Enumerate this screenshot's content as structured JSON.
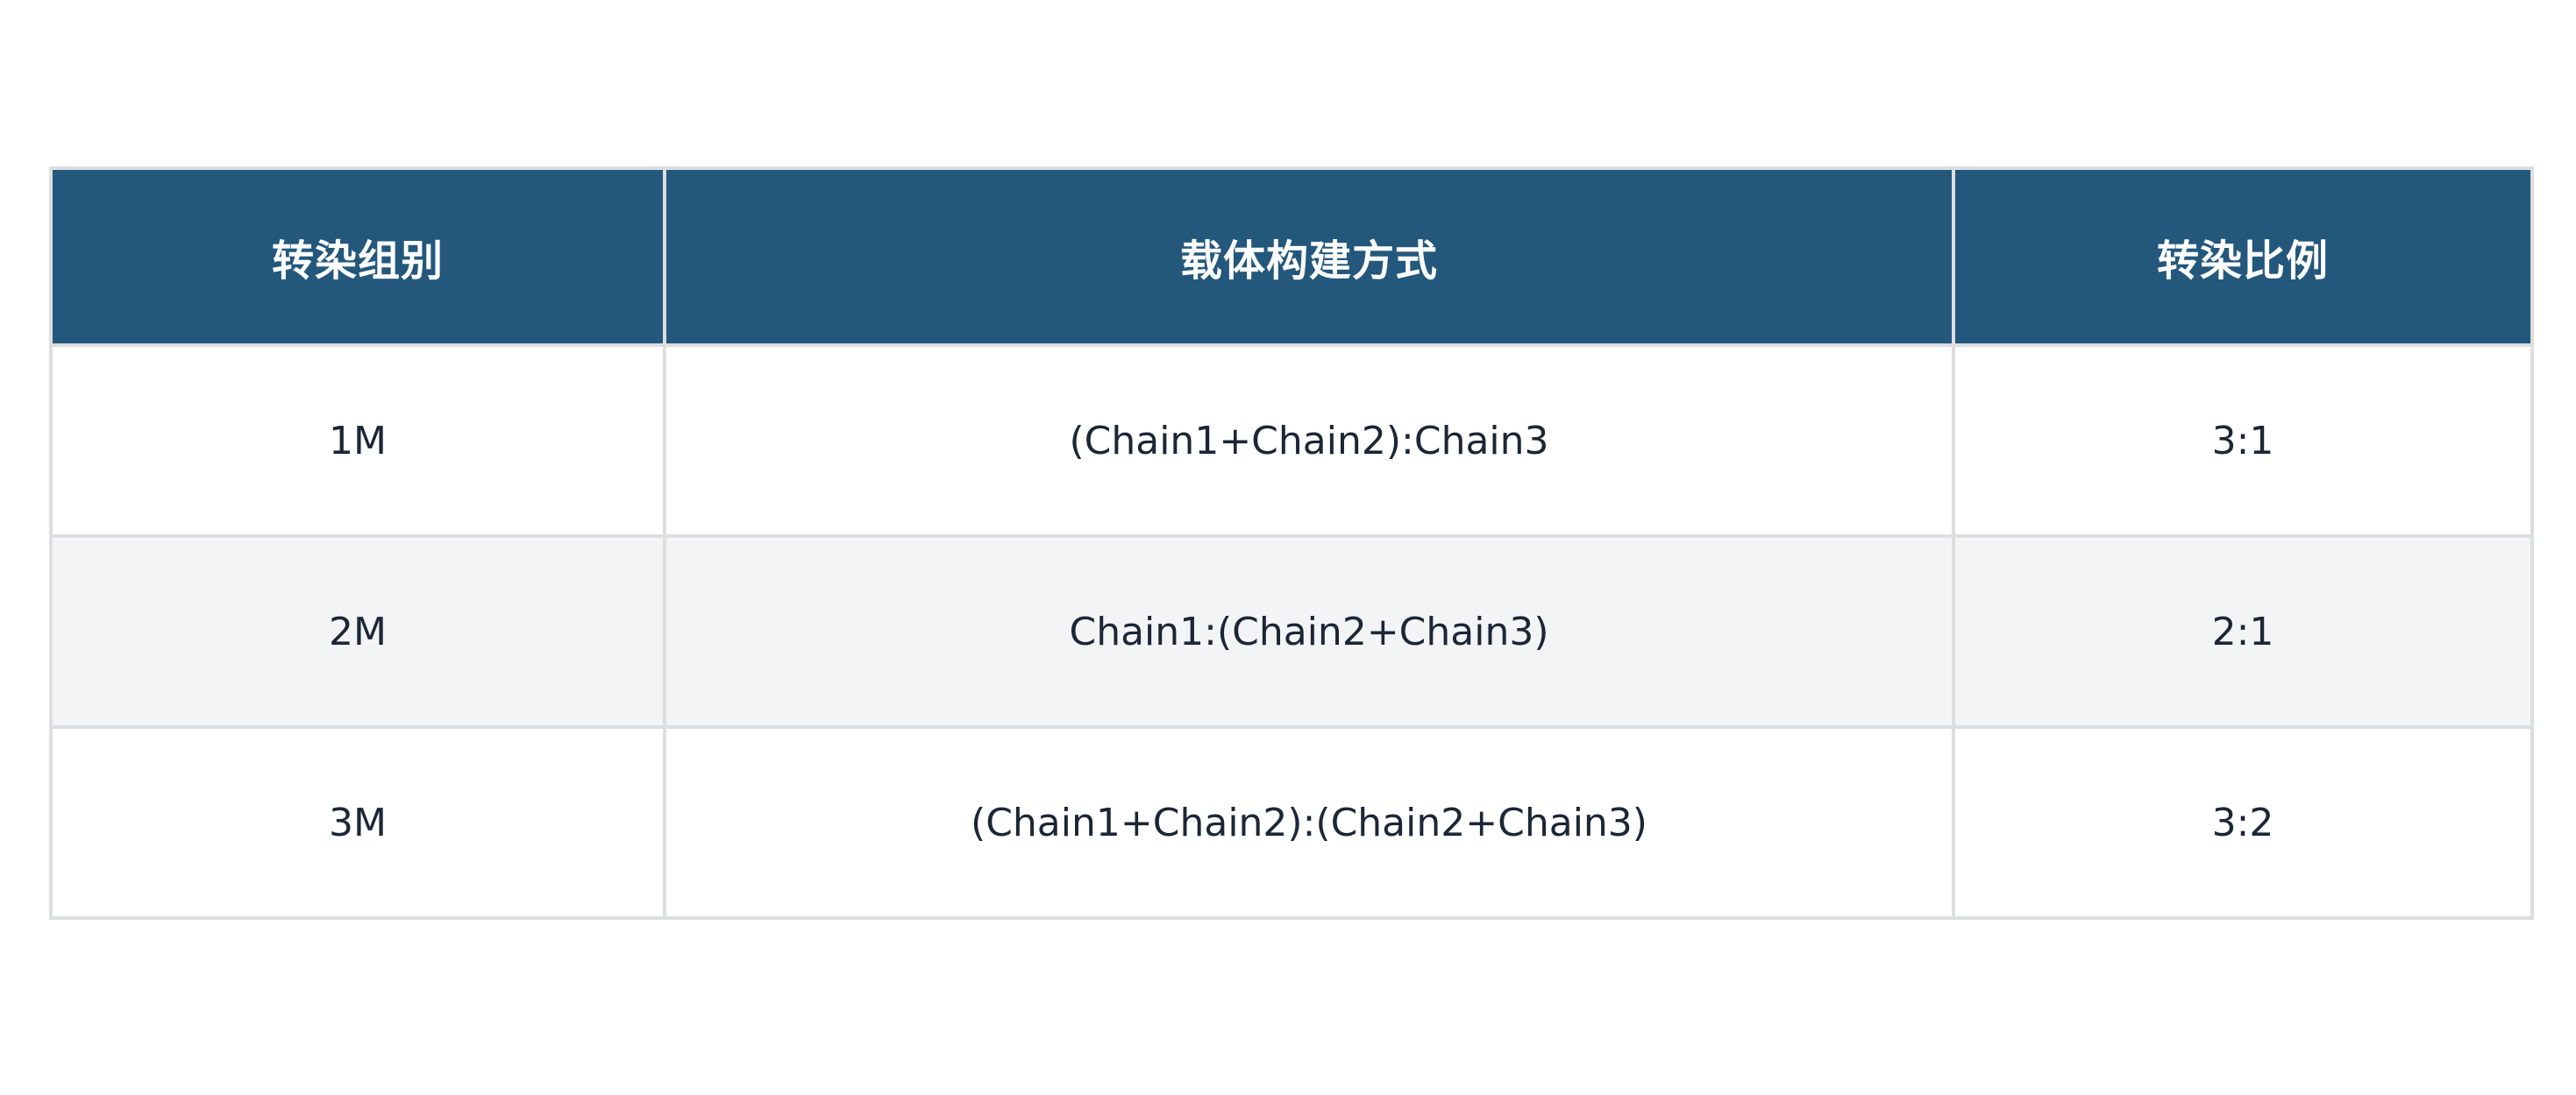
{
  "table": {
    "headers": [
      "转染组别",
      "载体构建方式",
      "转染比例"
    ],
    "rows": [
      [
        "1M",
        "(Chain1+Chain2):Chain3",
        "3:1"
      ],
      [
        "2M",
        "Chain1:(Chain2+Chain3)",
        "2:1"
      ],
      [
        "3M",
        "(Chain1+Chain2):(Chain2+Chain3)",
        "3:2"
      ]
    ]
  },
  "colors": {
    "header_bg": "#23577c",
    "header_text": "#ffffff",
    "row_alt_bg": "#f3f4f6",
    "border": "#dcdedf",
    "body_text": "#1b2636"
  }
}
